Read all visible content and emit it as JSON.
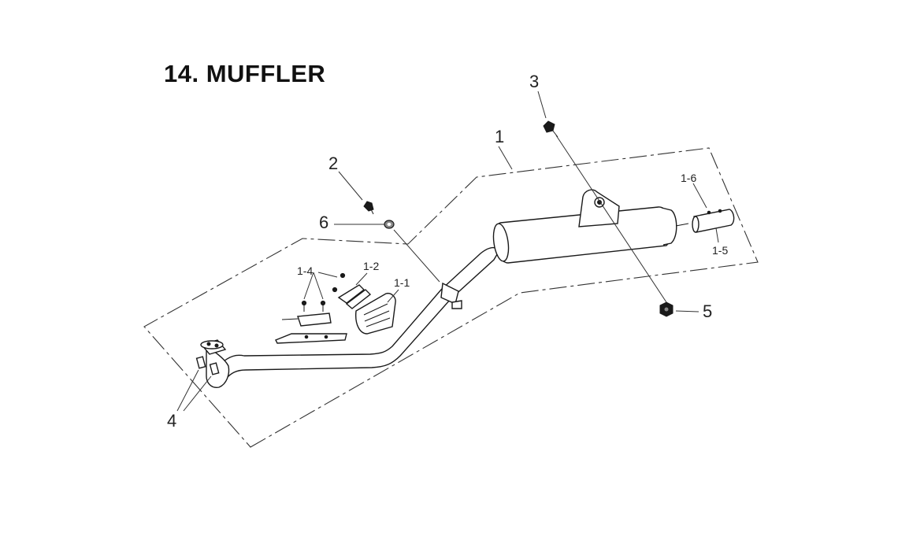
{
  "page": {
    "title": "14. MUFFLER"
  },
  "callouts": {
    "p1": "1",
    "p2": "2",
    "p3": "3",
    "p4": "4",
    "p5": "5",
    "p6": "6",
    "p1_1": "1-1",
    "p1_2": "1-2",
    "p1_4": "1-4",
    "p1_5": "1-5",
    "p1_6": "1-6"
  },
  "colors": {
    "line": "#1a1a1a",
    "background": "#ffffff"
  }
}
